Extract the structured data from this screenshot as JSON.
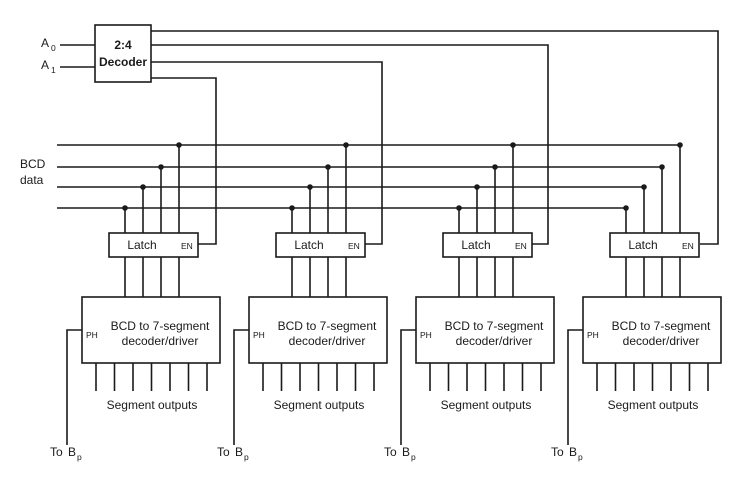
{
  "decoder": {
    "line1": "2:4",
    "line2": "Decoder"
  },
  "inputs": {
    "a0": {
      "letter": "A",
      "sub": "0"
    },
    "a1": {
      "letter": "A",
      "sub": "1"
    }
  },
  "bcd_label": {
    "line1": "BCD",
    "line2": "data"
  },
  "latch": {
    "label": "Latch",
    "enable": "EN"
  },
  "driver": {
    "pin": "PH",
    "line1": "BCD to 7-segment",
    "line2": "decoder/driver"
  },
  "segment_outputs": "Segment outputs",
  "backplane": {
    "prefix": "To",
    "letter": "B",
    "sub": "p"
  },
  "stage_count": 4
}
